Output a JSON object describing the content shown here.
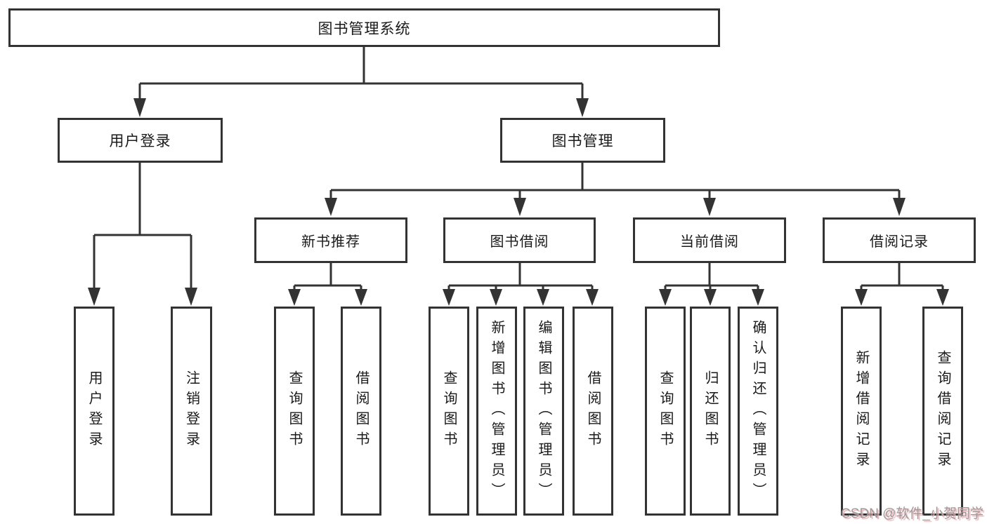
{
  "colors": {
    "line": "#333333",
    "box_border": "#333333",
    "text": "#1a1a1a",
    "background": "#ffffff",
    "watermark_text": "#9a9a9a",
    "watermark_shadow": "#f0aeb4"
  },
  "tree": {
    "root": "图书管理系统",
    "branches": [
      {
        "label": "用户登录",
        "children": [
          "用户登录",
          "注销登录"
        ]
      },
      {
        "label": "图书管理",
        "children": [
          {
            "label": "新书推荐",
            "children": [
              "查询图书",
              "借阅图书"
            ]
          },
          {
            "label": "图书借阅",
            "children": [
              "查询图书",
              "新增图书（管理员）",
              "编辑图书（管理员）",
              "借阅图书"
            ]
          },
          {
            "label": "当前借阅",
            "children": [
              "查询图书",
              "归还图书",
              "确认归还（管理员）"
            ]
          },
          {
            "label": "借阅记录",
            "children": [
              "新增借阅记录",
              "查询借阅记录"
            ]
          }
        ]
      }
    ]
  },
  "watermark": "CSDN @软件_小贺同学"
}
